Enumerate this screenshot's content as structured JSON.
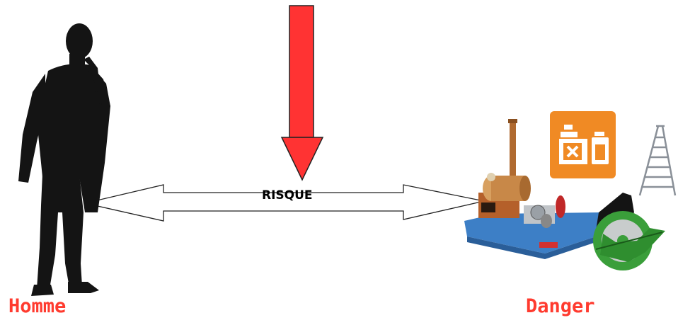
{
  "labels": {
    "left": "Homme",
    "right": "Danger",
    "center": "RISQUE"
  },
  "colors": {
    "label": "#ff3b2f",
    "arrow": "#ff3333",
    "silhouette": "#141414",
    "chemical_badge": "#f08a24",
    "saw_blade": "#3a9e3a",
    "machine_base": "#3d7fc6"
  },
  "icons": [
    "man-silhouette-icon",
    "steam-engine-icon",
    "chemical-hazard-icon",
    "ladder-icon",
    "circular-saw-icon"
  ]
}
